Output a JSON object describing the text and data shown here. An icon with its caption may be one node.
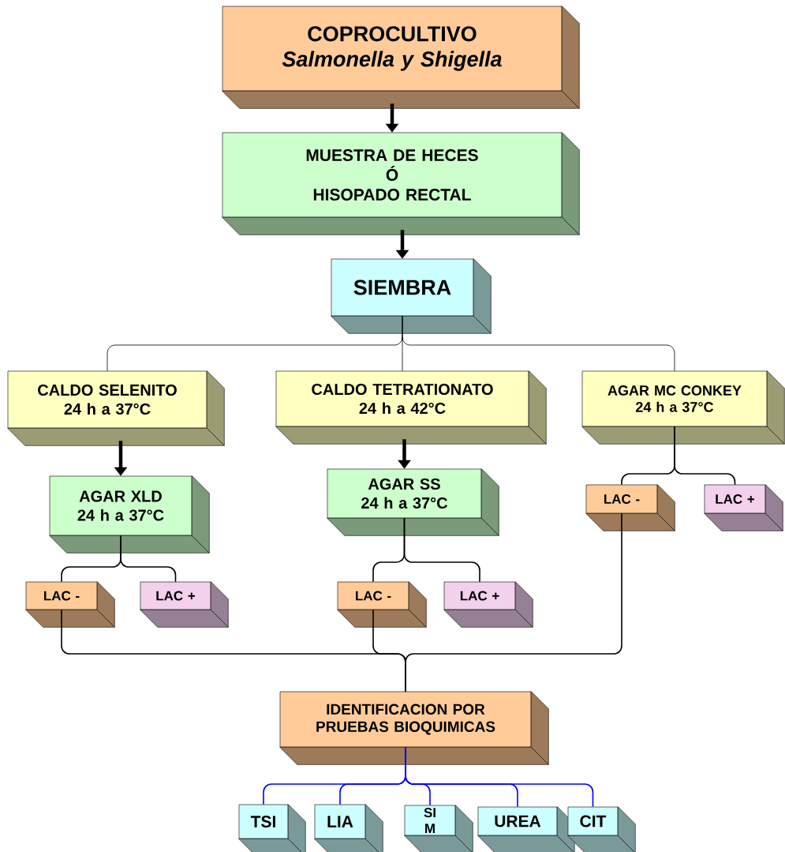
{
  "diagram": {
    "nodes": [
      {
        "text": [
          "COPROCULTIVO",
          "Salmonella y Shigella"
        ]
      },
      {
        "text": [
          "MUESTRA DE HECES",
          "Ó",
          "HISOPADO RECTAL"
        ]
      },
      {
        "text": [
          "SIEMBRA"
        ]
      },
      {
        "text": [
          "CALDO SELENITO",
          "24 h a 37°C"
        ]
      },
      {
        "text": [
          "CALDO TETRATIONATO",
          "24 h a 42°C"
        ]
      },
      {
        "text": [
          "AGAR MC CONKEY",
          "24 h a 37°C"
        ]
      },
      {
        "text": [
          "AGAR XLD",
          "24 h a 37°C"
        ]
      },
      {
        "text": [
          "AGAR SS",
          "24 h a 37°C"
        ]
      },
      {
        "text": [
          "LAC -"
        ]
      },
      {
        "text": [
          "LAC +"
        ]
      },
      {
        "text": [
          "LAC -"
        ]
      },
      {
        "text": [
          "LAC +"
        ]
      },
      {
        "text": [
          "LAC -"
        ]
      },
      {
        "text": [
          "LAC +"
        ]
      },
      {
        "text": [
          "IDENTIFICACION POR PRUEBAS BIOQUIMICAS"
        ]
      },
      {
        "text": [
          "TSI"
        ]
      },
      {
        "text": [
          "LIA"
        ]
      },
      {
        "text": [
          "SI M"
        ]
      },
      {
        "text": [
          "UREA"
        ]
      },
      {
        "text": [
          "CIT"
        ]
      }
    ],
    "edges": [
      {
        "from": 0,
        "to": 1,
        "arrow": "to",
        "style": "thick"
      },
      {
        "from": 1,
        "to": 2,
        "arrow": "to",
        "style": "thick"
      },
      {
        "from": 2,
        "to": 3,
        "arrow": "none"
      },
      {
        "from": 2,
        "to": 4,
        "arrow": "none"
      },
      {
        "from": 2,
        "to": 5,
        "arrow": "none"
      },
      {
        "from": 3,
        "to": 6,
        "arrow": "to",
        "style": "thick"
      },
      {
        "from": 4,
        "to": 7,
        "arrow": "to",
        "style": "thick"
      },
      {
        "from": 5,
        "to": 12,
        "arrow": "none"
      },
      {
        "from": 5,
        "to": 13,
        "arrow": "none"
      },
      {
        "from": 6,
        "to": 8,
        "arrow": "none"
      },
      {
        "from": 6,
        "to": 9,
        "arrow": "none"
      },
      {
        "from": 7,
        "to": 10,
        "arrow": "none"
      },
      {
        "from": 7,
        "to": 11,
        "arrow": "none"
      },
      {
        "from": 8,
        "to": 14,
        "arrow": "none"
      },
      {
        "from": 10,
        "to": 14,
        "arrow": "none"
      },
      {
        "from": 12,
        "to": 14,
        "arrow": "none"
      },
      {
        "from": 14,
        "to": 15,
        "arrow": "none",
        "color": "#0000ff"
      },
      {
        "from": 14,
        "to": 16,
        "arrow": "none",
        "color": "#0000ff"
      },
      {
        "from": 14,
        "to": 17,
        "arrow": "none",
        "color": "#0000ff"
      },
      {
        "from": 14,
        "to": 18,
        "arrow": "none",
        "color": "#0000ff"
      },
      {
        "from": 14,
        "to": 19,
        "arrow": "none",
        "color": "#0000ff"
      }
    ]
  }
}
